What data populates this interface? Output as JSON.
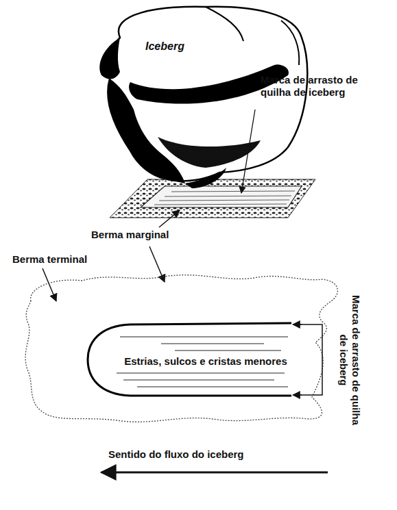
{
  "diagram": {
    "labels": [
      "Iceberg",
      "Marca de arrasto de quilha de iceberg",
      "Berma marginal",
      "Berma terminal",
      "Estrias, sulcos e cristas menores",
      "Marca de arrasto de quilha de iceberg",
      "Sentido do fluxo do iceberg"
    ]
  }
}
